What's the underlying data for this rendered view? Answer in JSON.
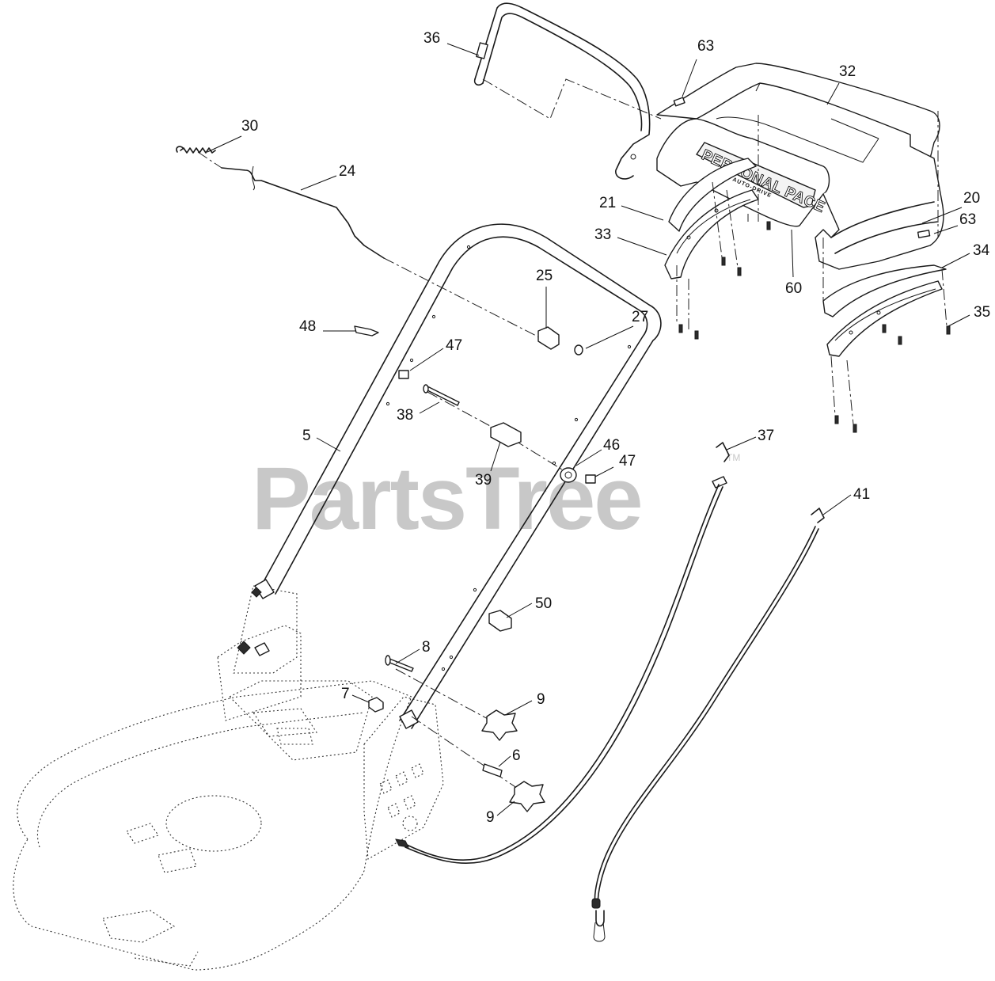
{
  "watermark": {
    "text": "PartsTree",
    "trademark": "TM"
  },
  "brand_label": {
    "line1": "PERSONAL PACE",
    "line2": "AUTO-DRIVE"
  },
  "callouts": [
    {
      "id": "c36",
      "number": "36"
    },
    {
      "id": "c63a",
      "number": "63"
    },
    {
      "id": "c32",
      "number": "32"
    },
    {
      "id": "c30",
      "number": "30"
    },
    {
      "id": "c24",
      "number": "24"
    },
    {
      "id": "c21",
      "number": "21"
    },
    {
      "id": "c20",
      "number": "20"
    },
    {
      "id": "c63b",
      "number": "63"
    },
    {
      "id": "c33",
      "number": "33"
    },
    {
      "id": "c60",
      "number": "60"
    },
    {
      "id": "c34",
      "number": "34"
    },
    {
      "id": "c25",
      "number": "25"
    },
    {
      "id": "c27",
      "number": "27"
    },
    {
      "id": "c35",
      "number": "35"
    },
    {
      "id": "c48",
      "number": "48"
    },
    {
      "id": "c47a",
      "number": "47"
    },
    {
      "id": "c38",
      "number": "38"
    },
    {
      "id": "c5",
      "number": "5"
    },
    {
      "id": "c37",
      "number": "37"
    },
    {
      "id": "c46",
      "number": "46"
    },
    {
      "id": "c47b",
      "number": "47"
    },
    {
      "id": "c39",
      "number": "39"
    },
    {
      "id": "c41",
      "number": "41"
    },
    {
      "id": "c50",
      "number": "50"
    },
    {
      "id": "c8",
      "number": "8"
    },
    {
      "id": "c9a",
      "number": "9"
    },
    {
      "id": "c7",
      "number": "7"
    },
    {
      "id": "c6",
      "number": "6"
    },
    {
      "id": "c9b",
      "number": "9"
    }
  ]
}
